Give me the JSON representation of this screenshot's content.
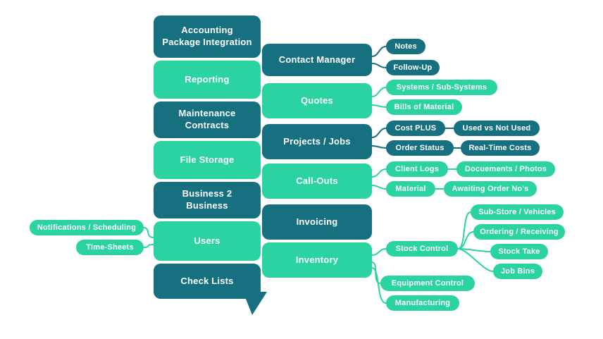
{
  "palette": {
    "teal": "#17707F",
    "green": "#2BD3A2",
    "background": "#FFFFFF"
  },
  "left_column": [
    {
      "label": "Accounting\nPackage Integration",
      "color": "teal"
    },
    {
      "label": "Reporting",
      "color": "green"
    },
    {
      "label": "Maintenance\nContracts",
      "color": "teal"
    },
    {
      "label": "File Storage",
      "color": "green"
    },
    {
      "label": "Business 2 Business",
      "color": "teal"
    },
    {
      "label": "Users",
      "color": "green",
      "children": [
        {
          "label": "Notifications / Scheduling"
        },
        {
          "label": "Time-Sheets"
        }
      ]
    },
    {
      "label": "Check Lists",
      "color": "teal"
    }
  ],
  "middle_column": [
    {
      "label": "Contact Manager",
      "color": "teal",
      "children": [
        {
          "label": "Notes"
        },
        {
          "label": "Follow-Up"
        }
      ]
    },
    {
      "label": "Quotes",
      "color": "green",
      "children": [
        {
          "label": "Systems / Sub-Systems"
        },
        {
          "label": "Bills of Material"
        }
      ]
    },
    {
      "label": "Projects / Jobs",
      "color": "teal",
      "children": [
        {
          "label": "Cost PLUS",
          "children": [
            {
              "label": "Used vs Not Used"
            }
          ]
        },
        {
          "label": "Order Status",
          "children": [
            {
              "label": "Real-Time Costs"
            }
          ]
        }
      ]
    },
    {
      "label": "Call-Outs",
      "color": "green",
      "children": [
        {
          "label": "Client Logs",
          "children": [
            {
              "label": "Docuements / Photos"
            }
          ]
        },
        {
          "label": "Material",
          "children": [
            {
              "label": "Awaiting Order No's"
            }
          ]
        }
      ]
    },
    {
      "label": "Invoicing",
      "color": "teal"
    },
    {
      "label": "Inventory",
      "color": "green",
      "children": [
        {
          "label": "Stock Control",
          "children": [
            {
              "label": "Sub-Store / Vehicles"
            },
            {
              "label": "Ordering / Receiving"
            },
            {
              "label": "Stock Take"
            },
            {
              "label": "Job Bins"
            }
          ]
        },
        {
          "label": "Equipment Control"
        },
        {
          "label": "Manufacturing"
        }
      ]
    }
  ]
}
